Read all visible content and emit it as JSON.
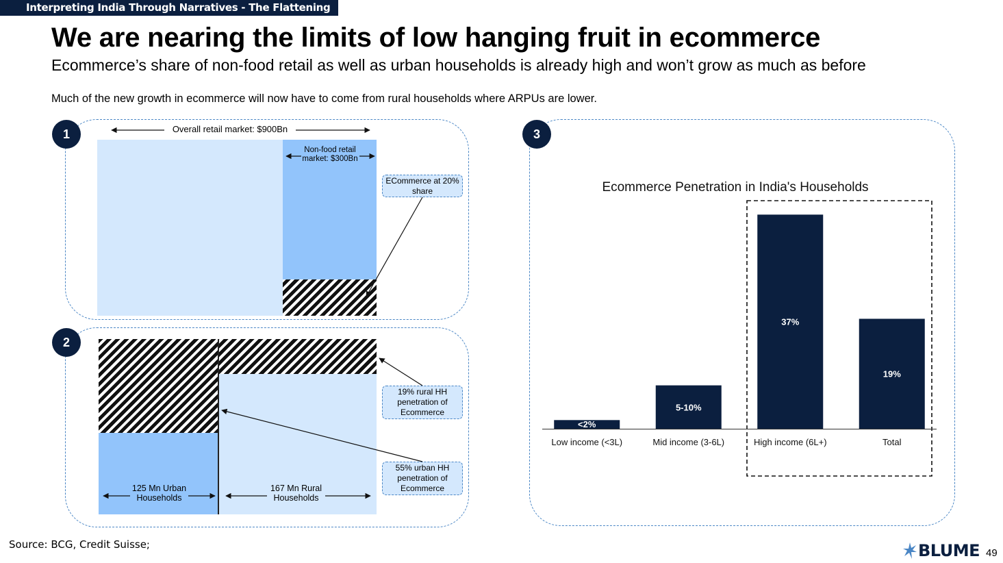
{
  "header": {
    "tag": "Interpreting India Through Narratives - The Flattening",
    "title": "We are nearing the limits of low hanging fruit in ecommerce",
    "subtitle": "Ecommerce’s share of non-food retail as well as urban households is already high and won’t grow as much as before",
    "note": "Much of the new growth in ecommerce will now have to come from rural households where ARPUs are lower."
  },
  "panel1": {
    "badge": "1",
    "overall_label": "Overall retail market: $900Bn",
    "nonfood_label": "Non-food retail market: $300Bn",
    "ecom_callout": "ECommerce at 20% share"
  },
  "panel2": {
    "badge": "2",
    "rural_callout": "19% rural HH penetration of Ecommerce",
    "urban_callout": "55% urban HH penetration of Ecommerce",
    "urban_label": "125 Mn Urban Households",
    "rural_label": "167 Mn Rural Households"
  },
  "panel3": {
    "badge": "3"
  },
  "colors": {
    "navy": "#0b1f3f",
    "light_blue": "#d4e8fd",
    "mid_blue": "#92c4fb",
    "dash_blue": "#4a86c5"
  },
  "chart_data": {
    "type": "bar",
    "title": "Ecommerce Penetration in India's Households",
    "categories": [
      "Low income (<3L)",
      "Mid income (3-6L)",
      "High income (6L+)",
      "Total"
    ],
    "values": [
      1.5,
      7.5,
      37,
      19
    ],
    "data_labels": [
      "<2%",
      "5-10%",
      "37%",
      "19%"
    ],
    "ylim": [
      0,
      40
    ],
    "highlighted_category": "High income (6L+)",
    "grid": false,
    "bar_color": "#0b1f3f"
  },
  "footer": {
    "source": "Source: BCG, Credit Suisse;",
    "logo": "BLUME",
    "page_number": "49"
  }
}
